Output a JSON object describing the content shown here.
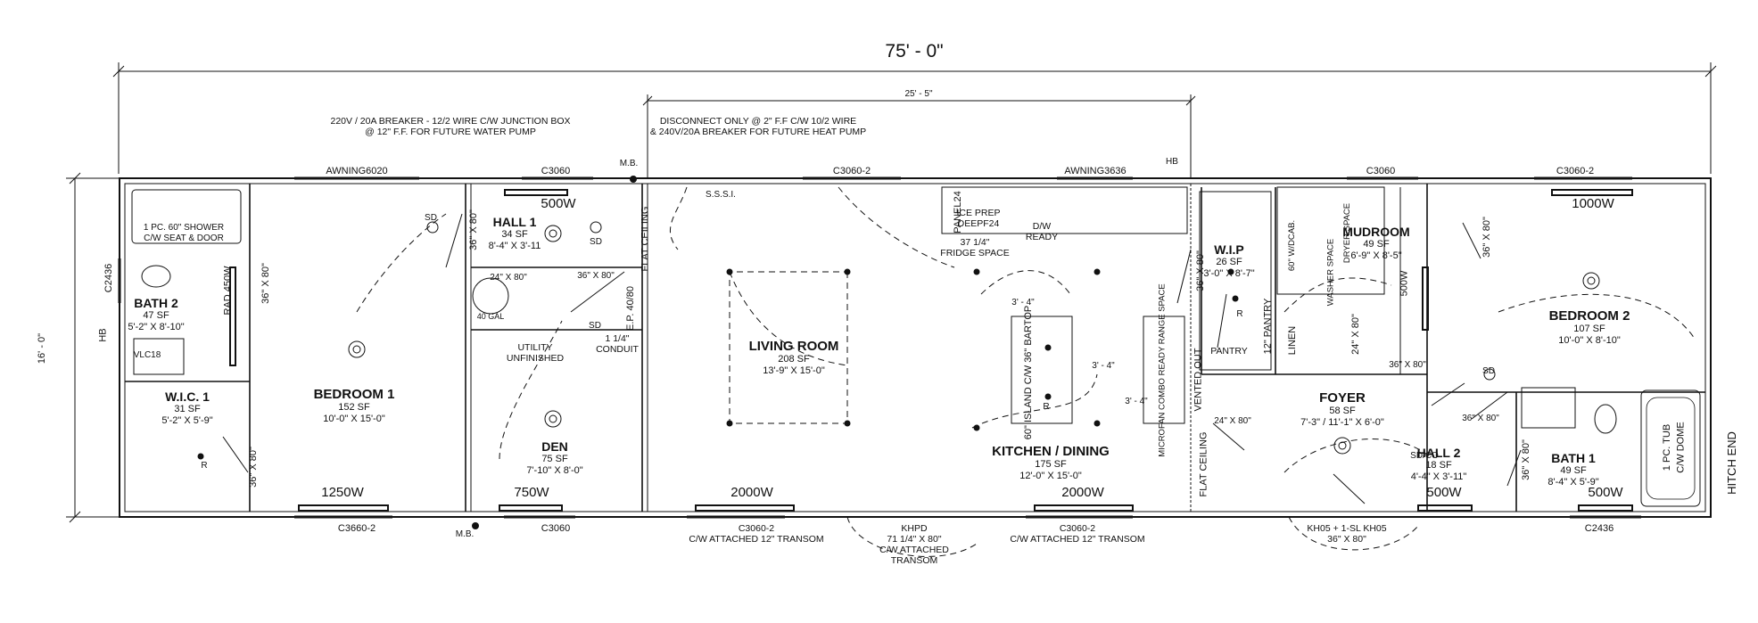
{
  "overall": {
    "width_dim": "75' - 0\"",
    "depth_dim": "16' - 0\"",
    "sub_dim": "25' - 5\"",
    "hitch_end": "HITCH END"
  },
  "rooms": {
    "bath2": {
      "name": "BATH 2",
      "area": "47 SF",
      "size": "5'-2\" X 8'-10\""
    },
    "wic1": {
      "name": "W.I.C. 1",
      "area": "31 SF",
      "size": "5'-2\" X 5'-9\""
    },
    "bedroom1": {
      "name": "BEDROOM 1",
      "area": "152 SF",
      "size": "10'-0\" X 15'-0\""
    },
    "hall1": {
      "name": "HALL 1",
      "area": "34 SF",
      "size": "8'-4\" X 3'-11"
    },
    "den": {
      "name": "DEN",
      "area": "75 SF",
      "size": "7'-10\" X 8'-0\""
    },
    "living": {
      "name": "LIVING ROOM",
      "area": "208 SF",
      "size": "13'-9\" X 15'-0\""
    },
    "kitchen": {
      "name": "KITCHEN / DINING",
      "area": "175 SF",
      "size": "12'-0\" X 15'-0\""
    },
    "wip": {
      "name": "W.I.P",
      "area": "26 SF",
      "size": "3'-0\" X 8'-7\""
    },
    "mudroom": {
      "name": "MUDROOM",
      "area": "49 SF",
      "size": "6'-9\" X 8'-5\""
    },
    "foyer": {
      "name": "FOYER",
      "area": "58 SF",
      "size": "7'-3\" / 11'-1\" X 6'-0\""
    },
    "hall2": {
      "name": "HALL 2",
      "area": "18 SF",
      "size": "4'-4\" X 3'-11\""
    },
    "bedroom2": {
      "name": "BEDROOM 2",
      "area": "107 SF",
      "size": "10'-0\" X 8'-10\""
    },
    "bath1": {
      "name": "BATH 1",
      "area": "49 SF",
      "size": "8'-4\" X 5'-9\""
    }
  },
  "windows": {
    "top": [
      "AWNING6020",
      "C3060",
      "C3060-2",
      "AWNING3636",
      "C3060",
      "C3060-2"
    ],
    "bottom": [
      "C3660-2",
      "C3060",
      "C3060-2",
      "C3060-2",
      "C2436"
    ],
    "left": "C2436"
  },
  "heaters": [
    "500W",
    "1250W",
    "750W",
    "2000W",
    "2000W",
    "500W",
    "1000W",
    "500W",
    "500W"
  ],
  "bath2_heater": "RAD 450W",
  "notes": {
    "pump_line1": "220V / 20A BREAKER - 12/2 WIRE C/W JUNCTION BOX",
    "pump_line2": "@ 12\" F.F. FOR FUTURE WATER PUMP",
    "heat_line1": "DISCONNECT ONLY @ 2\" F.F C/W 10/2 WIRE",
    "heat_line2": "& 240V/20A BREAKER FOR FUTURE HEAT PUMP",
    "shower_line1": "1 PC. 60\" SHOWER",
    "shower_line2": "C/W SEAT & DOOR",
    "tub_line1": "1 PC. TUB",
    "tub_line2": "C/W DOME",
    "utility_line1": "UTILITY",
    "utility_line2": "UNFINISHED",
    "conduit_line1": "1 1/4\"",
    "conduit_line2": "CONDUIT",
    "transom_left1": "C3060-2",
    "transom_left2": "C/W ATTACHED 12\" TRANSOM",
    "khpd1": "KHPD",
    "khpd2": "71 1/4\" X 80\"",
    "khpd3": "C/W ATTACHED",
    "khpd4": "TRANSOM",
    "transom_right1": "C3060-2",
    "transom_right2": "C/W ATTACHED 12\" TRANSOM",
    "kh05_1": "KH05 + 1-SL KH05",
    "kh05_2": "36\" X 80\"",
    "ice_prep1": "ICE PREP",
    "ice_prep2": "DEEPF24",
    "fridge1": "37 1/4\"",
    "fridge2": "FRIDGE SPACE",
    "dw1": "D/W",
    "dw2": "READY",
    "panel": "PANEL24",
    "flat_ceiling": "FLAT CEILING",
    "island": "60\" ISLAND C/W 36\" BARTOP",
    "microfan": "MICROFAN COMBO READY RANGE SPACE",
    "pantry": "PANTRY",
    "pantry12": "12\" PANTRY",
    "linen": "LINEN",
    "dryer": "DRYER SPACE",
    "washer": "WASHER SPACE",
    "wdcab": "60\" W/DCAB.",
    "ep": "E.P. 40/80",
    "vlc": "VLC18",
    "hb": "HB",
    "mb": "M.B.",
    "sssi": "S.S.S.I.",
    "tank": "40 GAL",
    "vented": "VENTED OUT"
  },
  "doors": [
    "36\" X 80\"",
    "24\" X 80\"",
    "36\" X 80\"",
    "36\" X 80\"",
    "36\" X 80\"",
    "24\" X 80\"",
    "36\" X 80\"",
    "36\" X 80\"",
    "24\" X 80\"",
    "36\" X 80\"",
    "36\" X 80\"",
    "36\" X 80\"",
    "36\" X 80\"",
    "36\" X 80\""
  ],
  "dims": {
    "k1": "3' - 4\"",
    "k2": "3' - 4\"",
    "k3": "3' - 4\""
  },
  "marks": {
    "sd": "SD",
    "r": "R",
    "sdco": "SD/CO"
  }
}
